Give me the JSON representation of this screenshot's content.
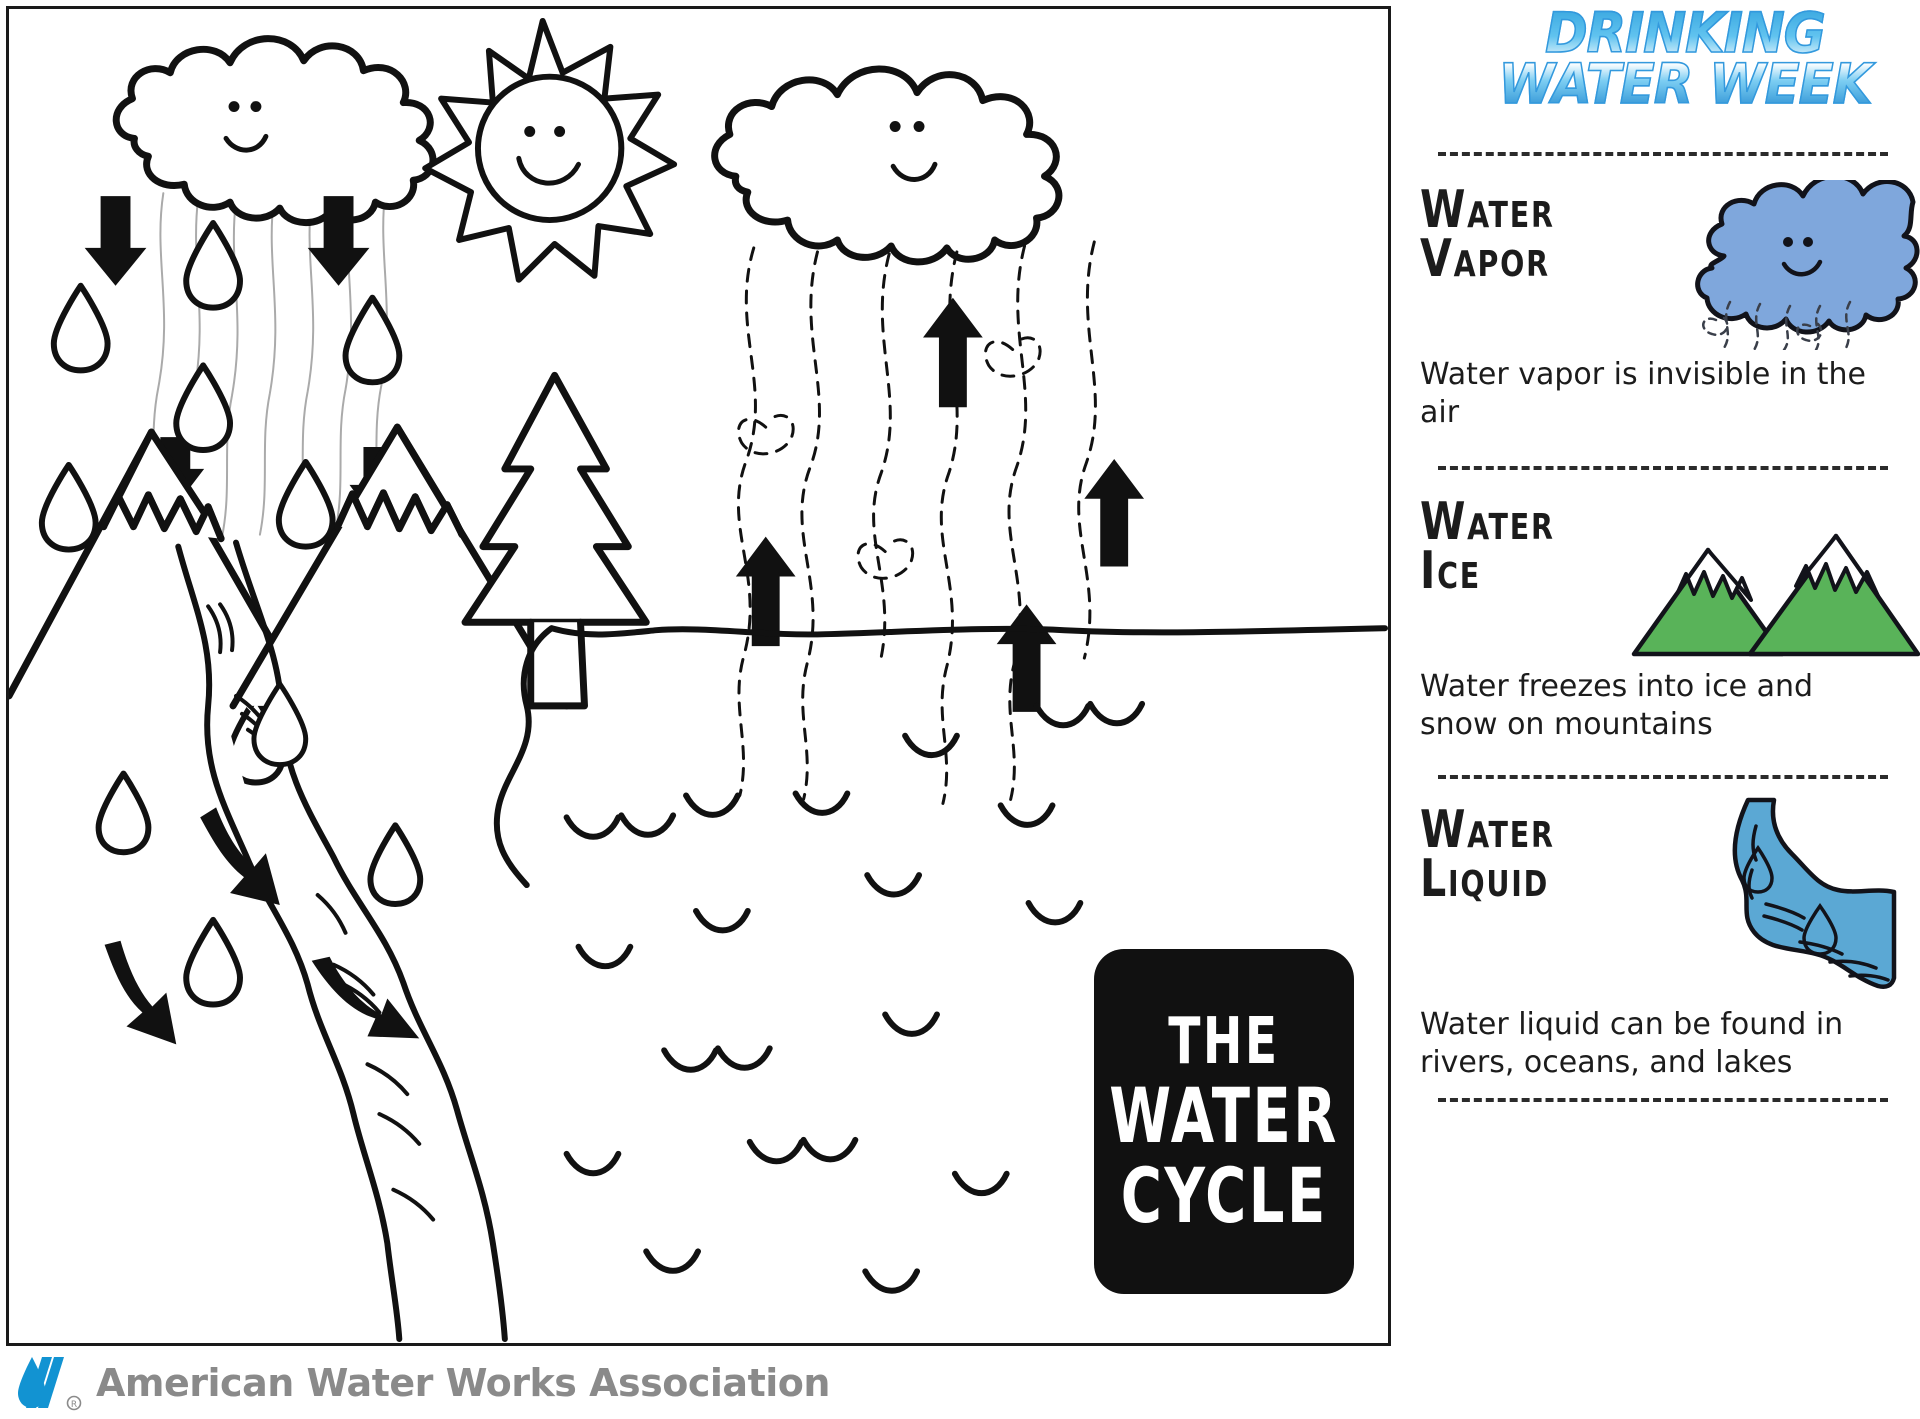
{
  "brand": {
    "title_line1": "DRINKING",
    "title_line2": "WATER WEEK",
    "accent_blue": "#3aa7e0"
  },
  "badge": {
    "line1": "THE",
    "line2": "WATER",
    "line3": "CYCLE",
    "background": "#111111",
    "text_color": "#ffffff"
  },
  "illustration": {
    "name": "the-water-cycle-coloring-page",
    "elements": [
      "rain-cloud-left",
      "sun",
      "evaporation-cloud-right",
      "snow-capped-mountain-left",
      "snow-capped-mountain-right",
      "pine-tree",
      "river",
      "raindrops",
      "down-arrows",
      "up-arrows",
      "curved-flow-arrows",
      "ocean-waves",
      "dashed-evaporation-lines"
    ]
  },
  "sidebar": {
    "sections": [
      {
        "heading": "Water\nVapor",
        "heading_plain": "WATER VAPOR",
        "description": "Water vapor is invisible in the air",
        "icon": "blue-cloud-icon",
        "icon_color": "#7FA7DC"
      },
      {
        "heading": "Water\nIce",
        "heading_plain": "WATER ICE",
        "description": "Water freezes into ice and snow on mountains",
        "icon": "green-snowcap-mountains-icon",
        "icon_color": "#59B359"
      },
      {
        "heading": "Water\nLiquid",
        "heading_plain": "WATER LIQUID",
        "description": "Water liquid can be found in rivers, oceans, and lakes",
        "icon": "blue-river-icon",
        "icon_color": "#5BA8D4"
      }
    ]
  },
  "footer": {
    "organization": "American Water Works Association",
    "logo": "awwa-droplet-logo",
    "logo_color": "#1293D2",
    "text_color": "#8a8a8a",
    "registered_mark": "®"
  }
}
